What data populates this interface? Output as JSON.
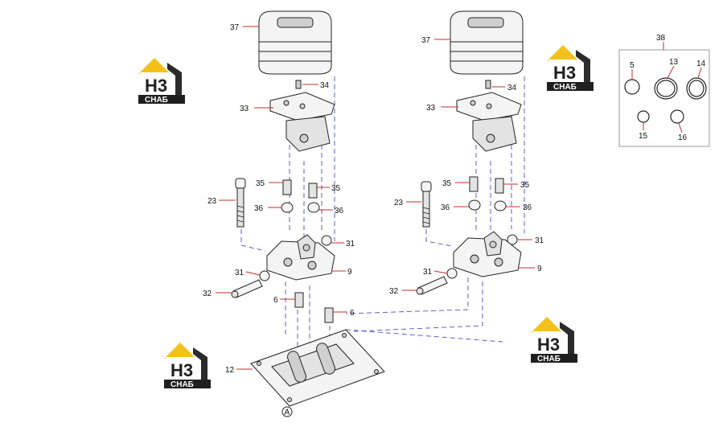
{
  "callouts": {
    "p37a": "37",
    "p34a": "34",
    "p33a": "33",
    "p35a1": "35",
    "p35a2": "35",
    "p23a": "23",
    "p36a1": "36",
    "p36a2": "36",
    "p31a1": "31",
    "p9a": "9",
    "p31a2": "31",
    "p32a": "32",
    "p6a1": "6",
    "p6a2": "6",
    "p12": "12",
    "pA": "A",
    "p37b": "37",
    "p34b": "34",
    "p33b": "33",
    "p35b1": "35",
    "p35b2": "35",
    "p23b": "23",
    "p36b1": "36",
    "p36b2": "36",
    "p31b1": "31",
    "p9b": "9",
    "p31b2": "31",
    "p32b": "32",
    "p38": "38",
    "p5": "5",
    "p13": "13",
    "p14": "14",
    "p15": "15",
    "p16": "16"
  },
  "watermark": {
    "mark_text": "H3",
    "brand_text": "СНАБ",
    "colors": {
      "roof": "#f2c21a",
      "house": "#2b2b2b",
      "band": "#1f1f1f"
    }
  },
  "colors": {
    "leader": "#c0302a",
    "dashed_line": "#4c4fbf",
    "outline": "#222222"
  }
}
